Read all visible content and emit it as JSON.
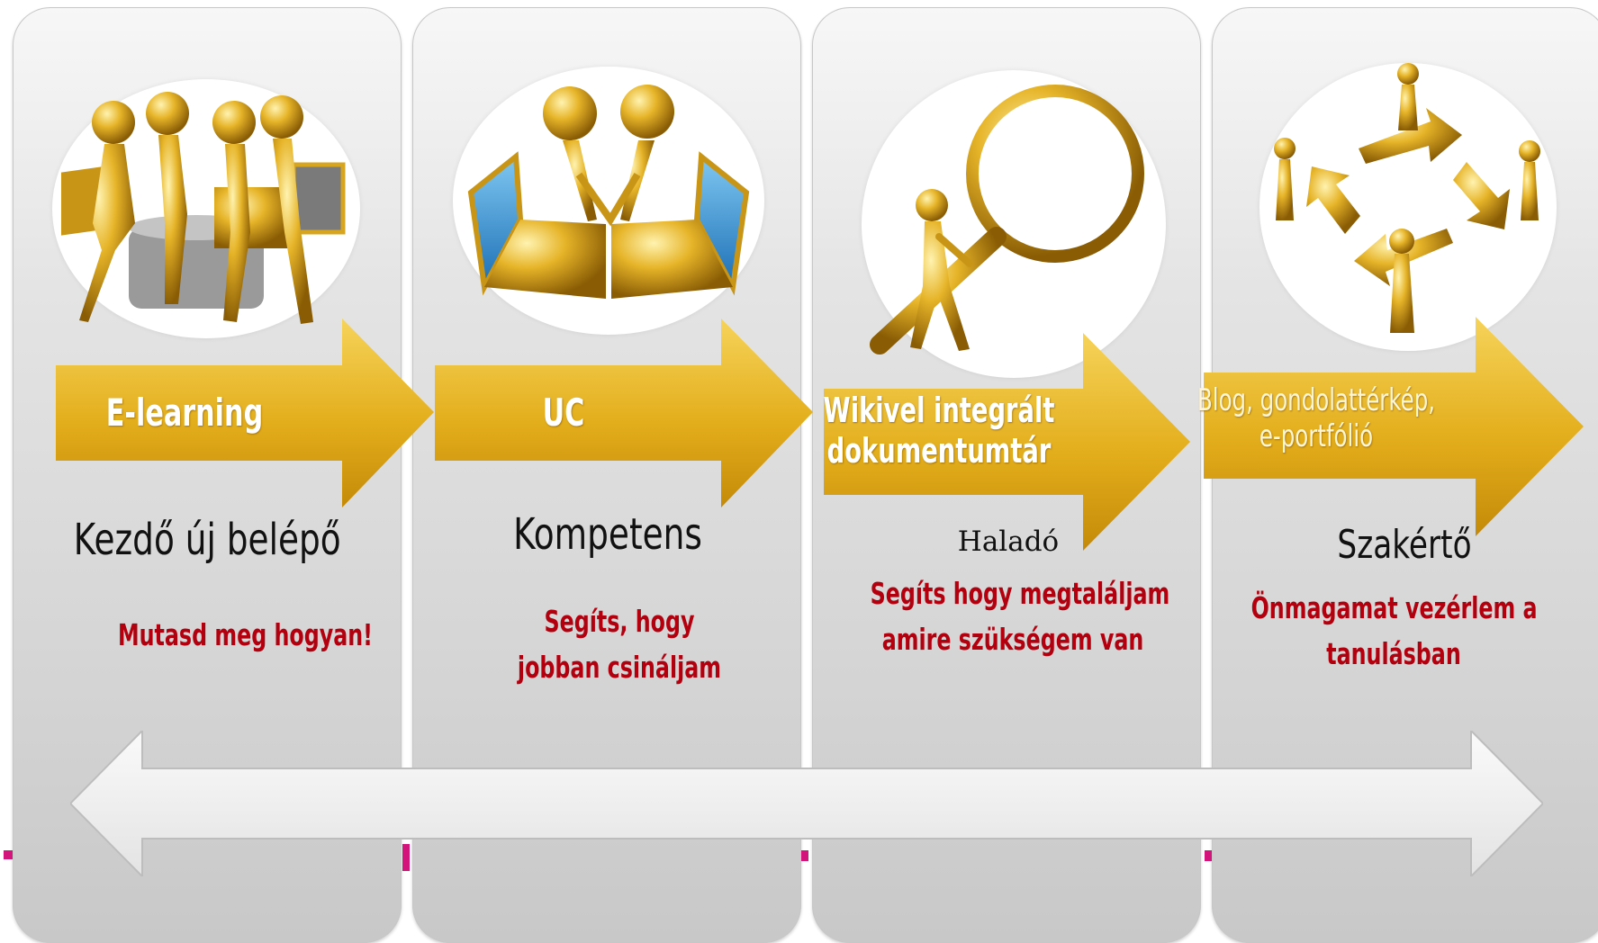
{
  "stages": [
    {
      "arrow_label": [
        "E-learning"
      ],
      "level": "Kezdő új belépő",
      "motto": [
        "Mutasd meg hogyan!"
      ]
    },
    {
      "arrow_label": [
        "UC"
      ],
      "level": "Kompetens",
      "motto": [
        "Segíts, hogy",
        "jobban csináljam"
      ]
    },
    {
      "arrow_label": [
        "Wikivel integrált",
        "dokumentumtár"
      ],
      "level": "Haladó",
      "motto": [
        "Segíts hogy megtaláljam",
        "amire szükségem van"
      ]
    },
    {
      "arrow_label": [
        "Blog, gondolattérkép,",
        "e-portfólió"
      ],
      "level": "Szakértő",
      "motto": [
        "Önmagamat vezérlem a",
        "tanulásban"
      ]
    }
  ],
  "colors": {
    "arrow_gold": "#e6b520",
    "motto_red": "#b3000f",
    "accent_pink": "#d3147a",
    "panel_gray": "#d9d9d9"
  },
  "icons": [
    "people-with-laptops-icon",
    "handshake-laptops-icon",
    "magnifying-glass-person-icon",
    "arrows-collaboration-icon"
  ]
}
